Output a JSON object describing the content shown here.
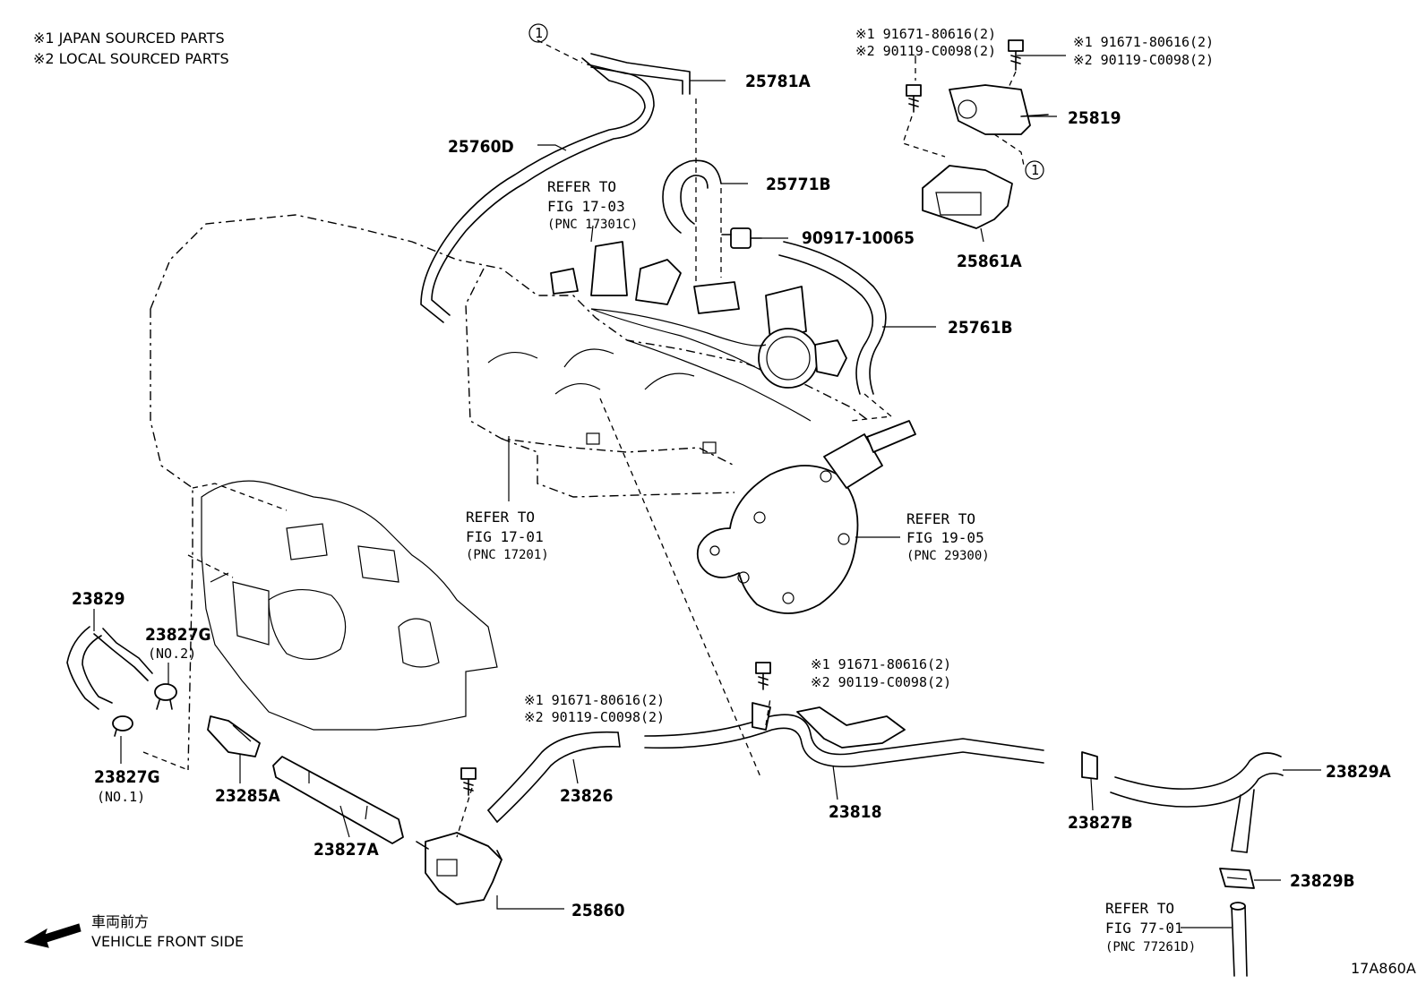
{
  "legend": {
    "japan": "※1 JAPAN SOURCED PARTS",
    "local": "※2 LOCAL SOURCED PARTS"
  },
  "callouts": {
    "p25781A": "25781A",
    "p25760D": "25760D",
    "p25771B": "25771B",
    "p90917": "90917-10065",
    "p25761B": "25761B",
    "p25819": "25819",
    "p25861A": "25861A",
    "p23829": "23829",
    "p23827G_no2": "23827G",
    "no2": "(NO.2)",
    "p23827G_no1": "23827G",
    "no1": "(NO.1)",
    "p23285A": "23285A",
    "p23827A": "23827A",
    "p23826": "23826",
    "p25860": "25860",
    "p23818": "23818",
    "p23827B": "23827B",
    "p23829A": "23829A",
    "p23829B": "23829B"
  },
  "bolt_notes": {
    "top_left_1": "※1 91671-80616(2)",
    "top_left_2": "※2 90119-C0098(2)",
    "top_right_1": "※1 91671-80616(2)",
    "top_right_2": "※2 90119-C0098(2)",
    "mid_1": "※1 91671-80616(2)",
    "mid_2": "※2 90119-C0098(2)",
    "low_1": "※1 91671-80616(2)",
    "low_2": "※2 90119-C0098(2)"
  },
  "refers": {
    "r1703": {
      "a": "REFER TO",
      "b": "FIG 17-03",
      "c": "(PNC 17301C)"
    },
    "r1701": {
      "a": "REFER TO",
      "b": "FIG 17-01",
      "c": "(PNC 17201)"
    },
    "r1905": {
      "a": "REFER TO",
      "b": "FIG 19-05",
      "c": "(PNC 29300)"
    },
    "r7701": {
      "a": "REFER TO",
      "b": "FIG 77-01",
      "c": "(PNC 77261D)"
    }
  },
  "circle_marker": "1",
  "front": {
    "jp": "車両前方",
    "en": "VEHICLE FRONT SIDE"
  },
  "figure_code": "17A860A"
}
